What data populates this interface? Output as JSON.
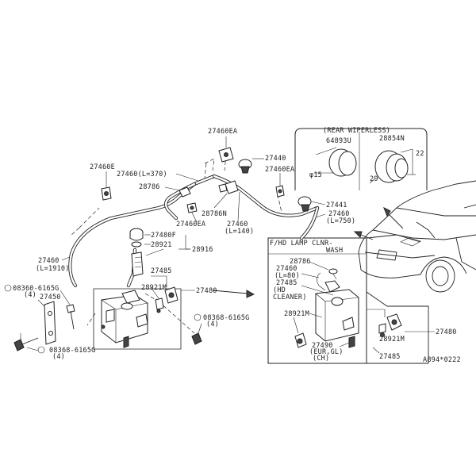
{
  "labels": {
    "p27460EA_top": "27460EA",
    "p27440": "27440",
    "p27460EA_right": "27460EA",
    "p27460E": "27460E",
    "p27460_L370": "27460(L=370)",
    "p28786": "28786",
    "p28786N": "28786N",
    "p27460EA_mid": "27460EA",
    "p27460_L140_a": "27460",
    "p27460_L140_b": "(L=140)",
    "p27441": "27441",
    "p27460_L750_a": "27460",
    "p27460_L750_b": "(L=750)",
    "p27480F": "27480F",
    "p28921_a": "28921",
    "p28916": "28916",
    "p27460_L1910_a": "27460",
    "p27460_L1910_b": "(L=1910)",
    "p27485": "27485",
    "p28921M": "28921M",
    "p27480_main": "27480",
    "p08360_a": "08360-6165G",
    "p08360_a_qty": "(4)",
    "p27450": "27450",
    "p08368_b": "08368-6165G",
    "p08368_b_qty": "(4)",
    "p08368_c": "08368-6165G",
    "p08368_c_qty": "(4)",
    "rear_title": "(REAR WIPERLESS)",
    "p64893": "64893U",
    "p28854N": "28854N",
    "dim_phi15": "φ15",
    "dim_22": "22",
    "dim_29": "29",
    "fhd_title_a": "F/HD LAMP CLNR-",
    "fhd_title_b": "WASH",
    "p28786_box": "28786",
    "p27460_L80_a": "27460",
    "p27460_L80_b": "(L=80)",
    "p27485_box": "27485",
    "hd_cleaner_a": "(HD",
    "hd_cleaner_b": "CLEANER)",
    "p28921M_box_a": "28921M",
    "p28921M_box_b": "28921M",
    "p27490": "27490",
    "eur_gl": "(EUR,GL)",
    "ch": "(CH)",
    "p27485_box_b": "27485",
    "p27480_box": "27480",
    "ref_code": "A894*0222"
  }
}
